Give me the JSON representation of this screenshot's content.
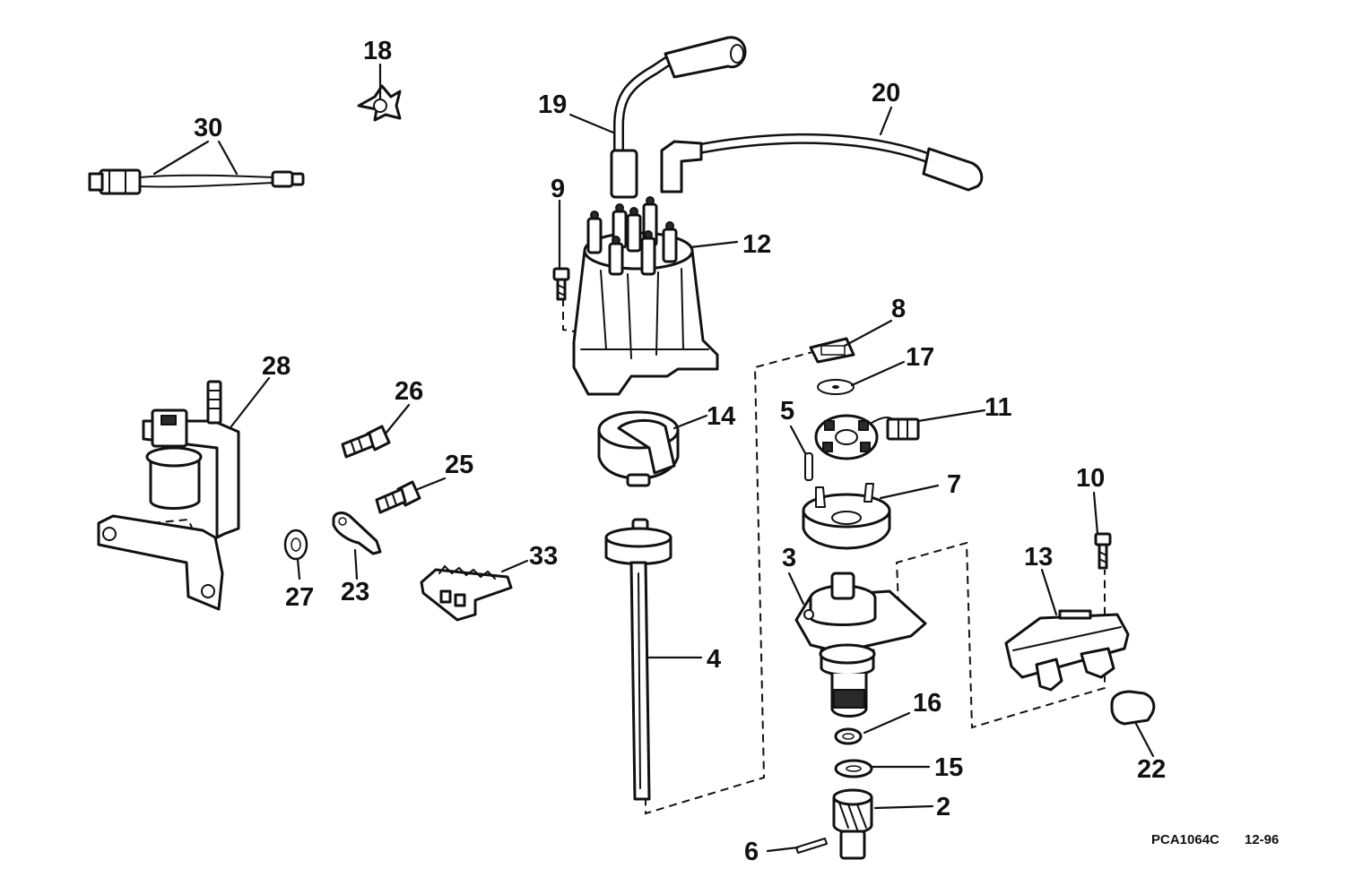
{
  "callouts": {
    "c2": "2",
    "c3": "3",
    "c4": "4",
    "c5": "5",
    "c6": "6",
    "c7": "7",
    "c8": "8",
    "c9": "9",
    "c10": "10",
    "c11": "11",
    "c12": "12",
    "c13": "13",
    "c14": "14",
    "c15": "15",
    "c16": "16",
    "c17": "17",
    "c18": "18",
    "c19": "19",
    "c20": "20",
    "c22": "22",
    "c23": "23",
    "c25": "25",
    "c26": "26",
    "c27": "27",
    "c28": "28",
    "c30": "30",
    "c33": "33"
  },
  "footer": {
    "drawing_code": "PCA1064C",
    "date_code": "12-96"
  }
}
